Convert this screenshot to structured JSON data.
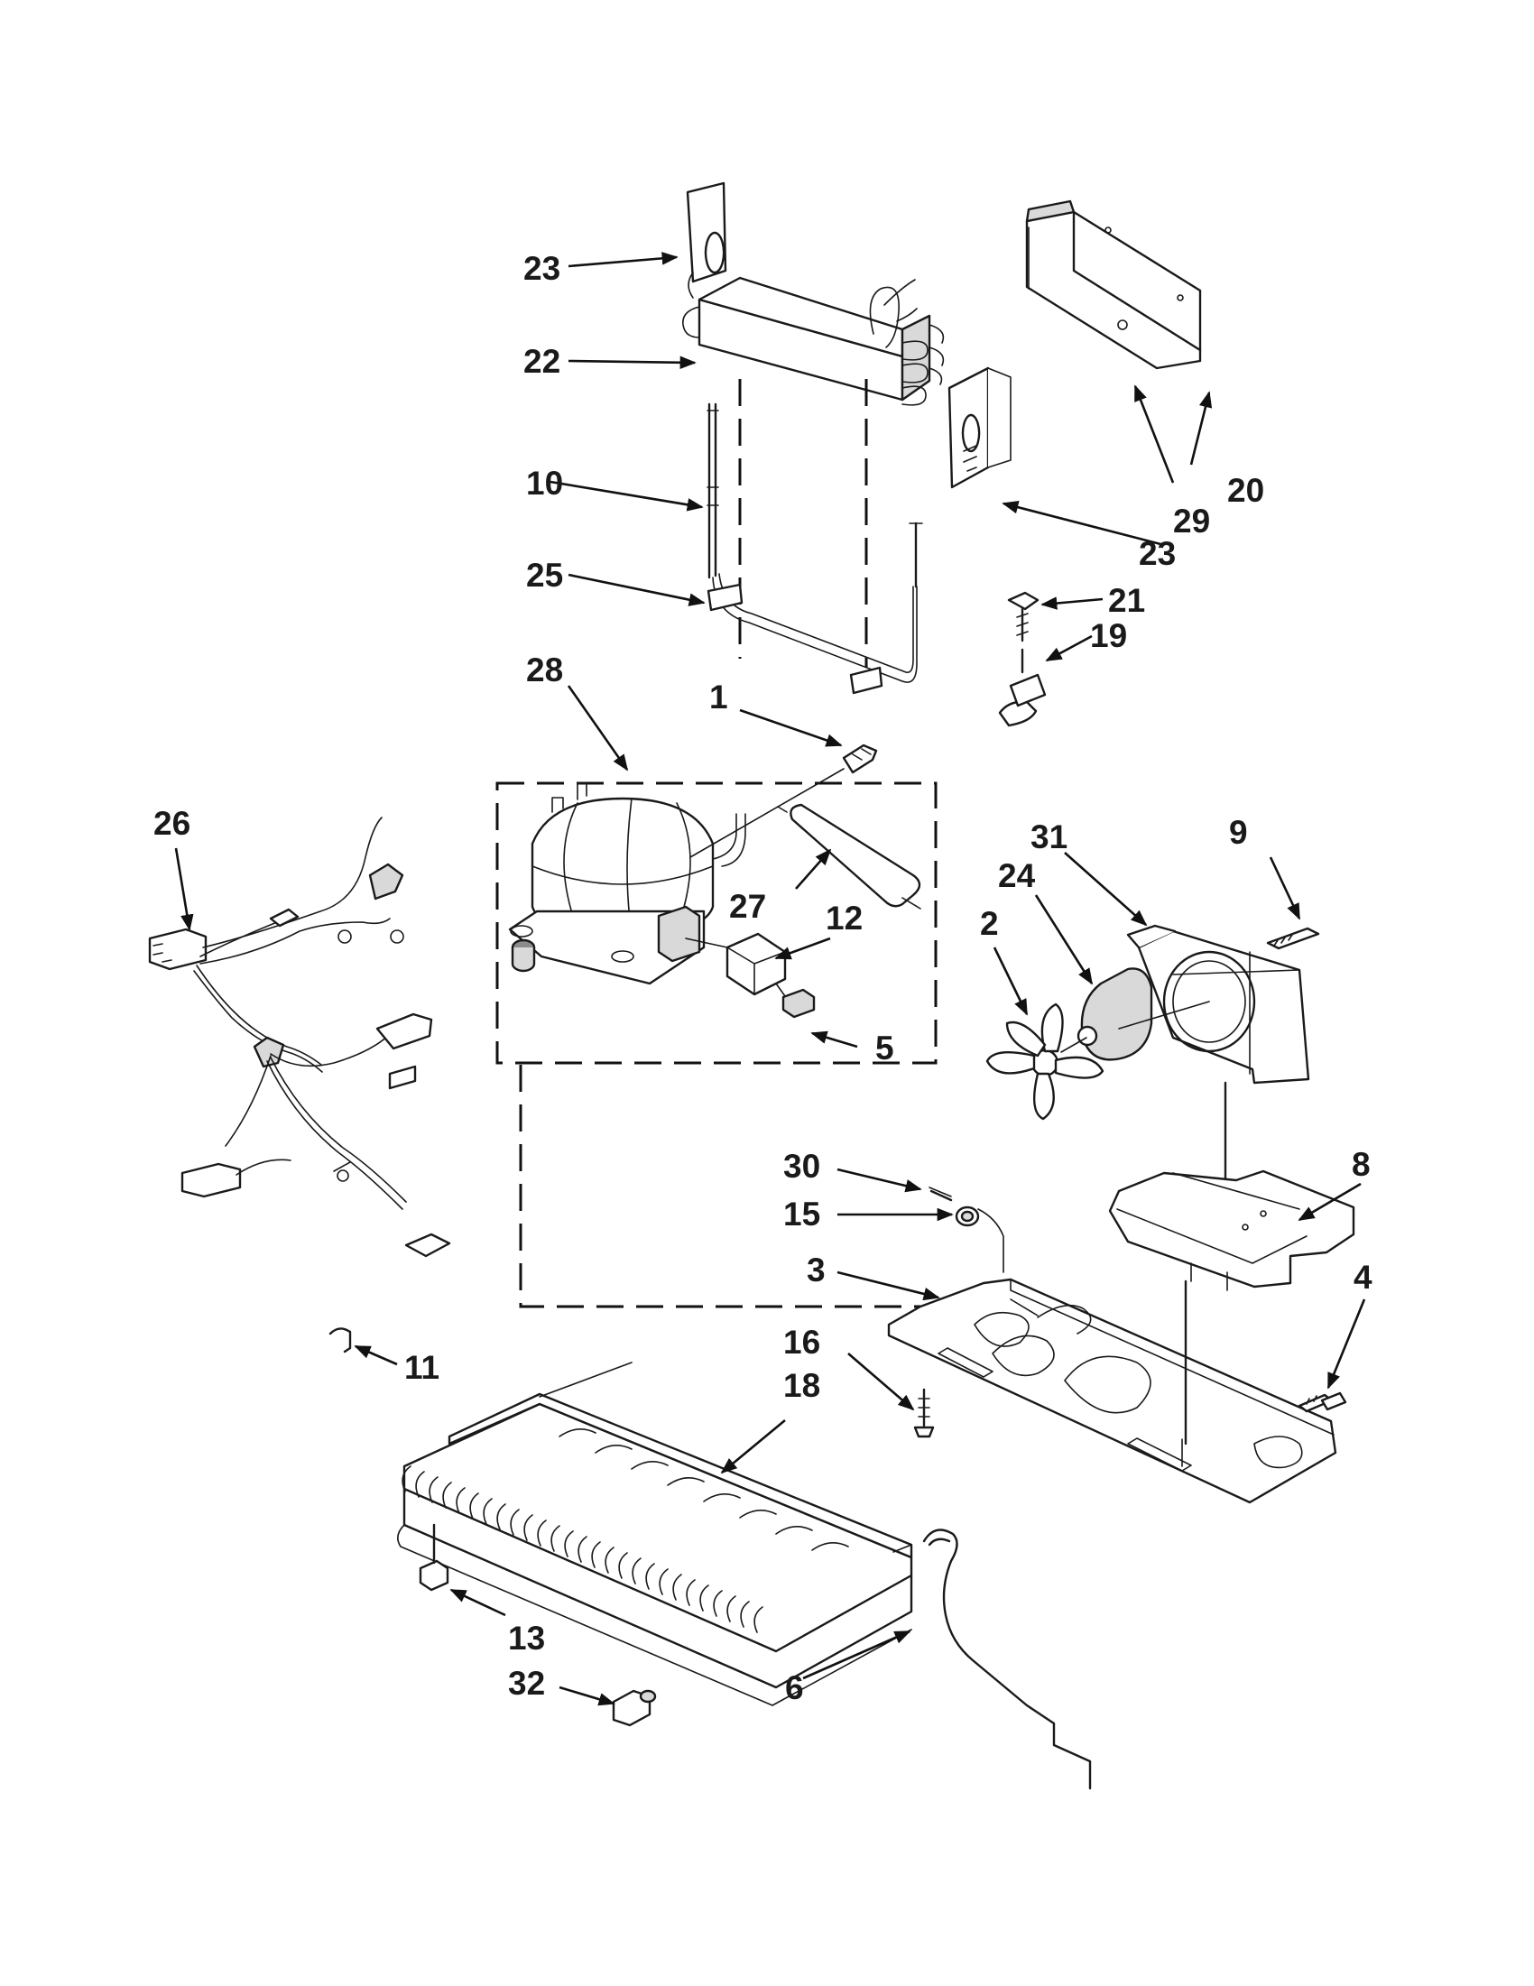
{
  "diagram": {
    "labels": {
      "p1": "1",
      "p2": "2",
      "p3": "3",
      "p4": "4",
      "p5": "5",
      "p6": "6",
      "p8": "8",
      "p9": "9",
      "p10": "10",
      "p11": "11",
      "p12": "12",
      "p13": "13",
      "p15": "15",
      "p16": "16",
      "p18": "18",
      "p19": "19",
      "p20": "20",
      "p21": "21",
      "p22": "22",
      "p23a": "23",
      "p23b": "23",
      "p24": "24",
      "p25": "25",
      "p26": "26",
      "p27": "27",
      "p28": "28",
      "p29": "29",
      "p30": "30",
      "p31": "31",
      "p32": "32"
    },
    "colors": {
      "ink": "#1a1a1a",
      "paper": "#ffffff",
      "shade": "#d9d9d9"
    }
  }
}
